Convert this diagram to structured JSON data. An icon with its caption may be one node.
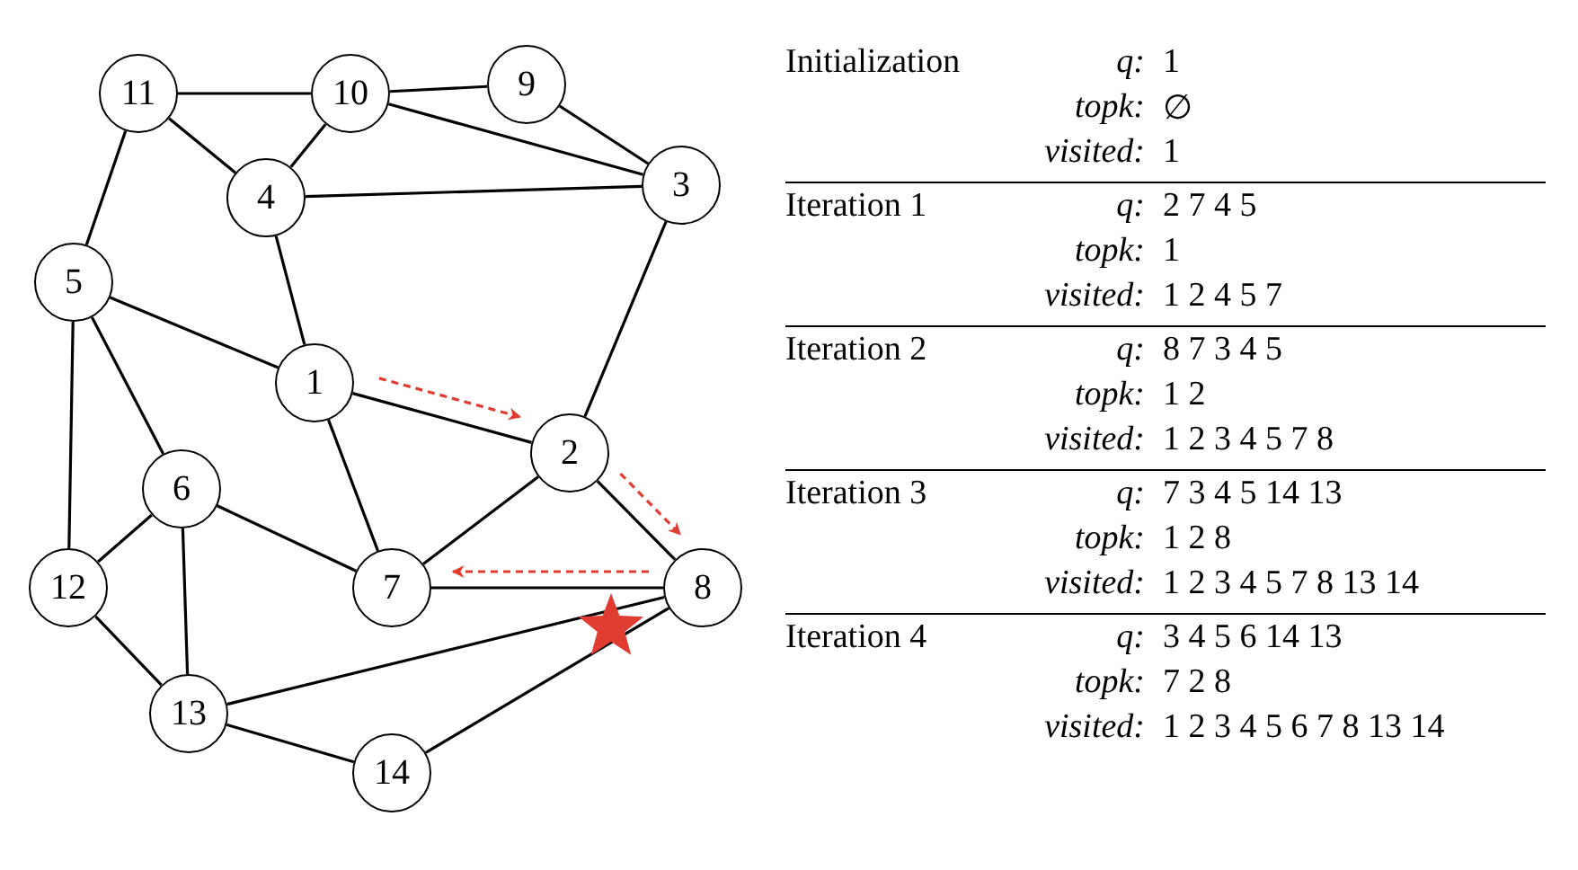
{
  "diagram": {
    "nodes": [
      {
        "text": [
          "1"
        ]
      },
      {
        "text": [
          "2"
        ]
      },
      {
        "text": [
          "3"
        ]
      },
      {
        "text": [
          "4"
        ]
      },
      {
        "text": [
          "5"
        ]
      },
      {
        "text": [
          "6"
        ]
      },
      {
        "text": [
          "7"
        ]
      },
      {
        "text": [
          "8"
        ]
      },
      {
        "text": [
          "9"
        ]
      },
      {
        "text": [
          "10"
        ]
      },
      {
        "text": [
          "11"
        ]
      },
      {
        "text": [
          "12"
        ]
      },
      {
        "text": [
          "13"
        ]
      },
      {
        "text": [
          "14"
        ]
      }
    ],
    "edges": [
      {
        "from": 10,
        "to": 9,
        "arrow": "none"
      },
      {
        "from": 9,
        "to": 8,
        "arrow": "none"
      },
      {
        "from": 8,
        "to": 2,
        "arrow": "none"
      },
      {
        "from": 9,
        "to": 2,
        "arrow": "none"
      },
      {
        "from": 9,
        "to": 3,
        "arrow": "none"
      },
      {
        "from": 10,
        "to": 3,
        "arrow": "none"
      },
      {
        "from": 3,
        "to": 2,
        "arrow": "none"
      },
      {
        "from": 10,
        "to": 4,
        "arrow": "none"
      },
      {
        "from": 3,
        "to": 0,
        "arrow": "none"
      },
      {
        "from": 2,
        "to": 1,
        "arrow": "none"
      },
      {
        "from": 4,
        "to": 0,
        "arrow": "none"
      },
      {
        "from": 4,
        "to": 5,
        "arrow": "none"
      },
      {
        "from": 4,
        "to": 11,
        "arrow": "none"
      },
      {
        "from": 0,
        "to": 1,
        "arrow": "none"
      },
      {
        "from": 0,
        "to": 6,
        "arrow": "none"
      },
      {
        "from": 5,
        "to": 6,
        "arrow": "none"
      },
      {
        "from": 5,
        "to": 11,
        "arrow": "none"
      },
      {
        "from": 5,
        "to": 12,
        "arrow": "none"
      },
      {
        "from": 1,
        "to": 6,
        "arrow": "none"
      },
      {
        "from": 1,
        "to": 7,
        "arrow": "none"
      },
      {
        "from": 6,
        "to": 7,
        "arrow": "none"
      },
      {
        "from": 11,
        "to": 12,
        "arrow": "none"
      },
      {
        "from": 12,
        "to": 7,
        "arrow": "none"
      },
      {
        "from": 12,
        "to": 13,
        "arrow": "none"
      },
      {
        "from": 13,
        "to": 7,
        "arrow": "none"
      },
      {
        "from": 0,
        "to": 1,
        "arrow": "to",
        "style": "dashed",
        "color": "#e03c31"
      },
      {
        "from": 1,
        "to": 7,
        "arrow": "to",
        "style": "dashed",
        "color": "#e03c31"
      },
      {
        "from": 7,
        "to": 6,
        "arrow": "to",
        "style": "dashed",
        "color": "#e03c31"
      }
    ],
    "labels": [
      "Initialization",
      "q:",
      "1",
      "topk:",
      "∅",
      "visited:",
      "1",
      "Iteration 1",
      "q:",
      "2 7 4 5",
      "topk:",
      "1",
      "visited:",
      "1 2 4 5 7",
      "Iteration 2",
      "q:",
      "8 7 3 4 5",
      "topk:",
      "1 2",
      "visited:",
      "1 2 3 4 5 7 8",
      "Iteration 3",
      "q:",
      "7 3 4 5 14 13",
      "topk:",
      "1 2 8",
      "visited:",
      "1 2 3 4 5 7 8 13 14",
      "Iteration 4",
      "q:",
      "3 4 5 6 14 13",
      "topk:",
      "7 2 8",
      "visited:",
      "1 2 3 4 5 6 7 8 13 14"
    ]
  }
}
